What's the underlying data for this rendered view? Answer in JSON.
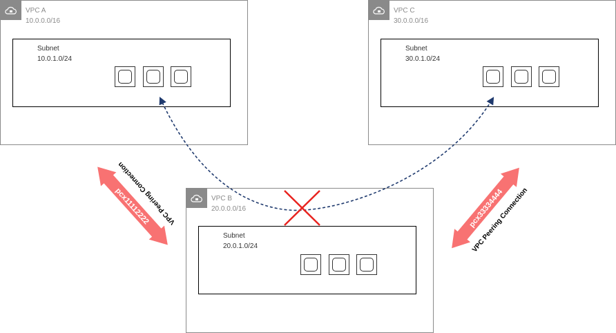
{
  "vpcs": {
    "a": {
      "name": "VPC A",
      "cidr": "10.0.0.0/16",
      "subnet_label": "Subnet",
      "subnet_cidr": "10.0.1.0/24"
    },
    "b": {
      "name": "VPC B",
      "cidr": "20.0.0.0/16",
      "subnet_label": "Subnet",
      "subnet_cidr": "20.0.1.0/24"
    },
    "c": {
      "name": "VPC C",
      "cidr": "30.0.0.0/16",
      "subnet_label": "Subnet",
      "subnet_cidr": "30.0.1.0/24"
    }
  },
  "peerings": {
    "left": {
      "id": "pcx11112222",
      "label": "VPC Peering Connection"
    },
    "right": {
      "id": "pcx33334444",
      "label": "VPC Peering Connection"
    }
  },
  "colors": {
    "peering_arrow": "#f87272",
    "blocked_route": "#1f3a6e",
    "block_mark": "#e8231f",
    "vpc_border": "#8a8a8a"
  },
  "icons": {
    "vpc": "cloud-lock-icon",
    "instance": "instance-icon",
    "block": "red-x-icon"
  }
}
